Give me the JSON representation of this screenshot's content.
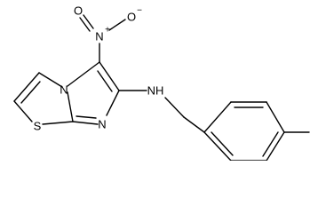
{
  "molecule": {
    "atoms": {
      "nitro_o_top": "O",
      "nitro_o_charge": "−",
      "nitro_n": "N",
      "nitro_n_charge": "+",
      "nitro_o_left": "O",
      "ring_n_bridge": "N",
      "ring_n_lower": "N",
      "sulfur": "S",
      "amine_nh": "NH"
    }
  }
}
